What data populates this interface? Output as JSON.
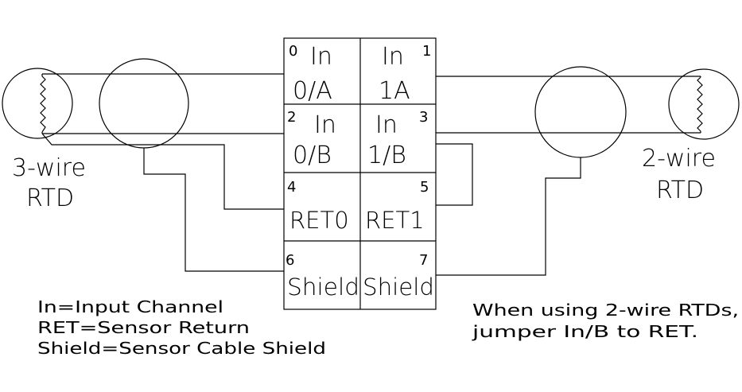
{
  "terminal_block": {
    "cells": [
      {
        "num": "0",
        "line1": "In",
        "line2": "0/A"
      },
      {
        "num": "1",
        "line1": "In",
        "line2": "1A"
      },
      {
        "num": "2",
        "line1": "In",
        "line2": "0/B"
      },
      {
        "num": "3",
        "line1": "In",
        "line2": "1/B"
      },
      {
        "num": "4",
        "line1": "",
        "line2": "RET0"
      },
      {
        "num": "5",
        "line1": "",
        "line2": "RET1"
      },
      {
        "num": "6",
        "line1": "",
        "line2": "Shield"
      },
      {
        "num": "7",
        "line1": "",
        "line2": "Shield"
      }
    ]
  },
  "left_sensor": {
    "line1": "3-wire",
    "line2": "RTD"
  },
  "right_sensor": {
    "line1": "2-wire",
    "line2": "RTD"
  },
  "legend": [
    "In=Input Channel",
    "RET=Sensor Return",
    "Shield=Sensor Cable Shield"
  ],
  "note": [
    "When using 2-wire RTDs,",
    "jumper In/B to RET."
  ]
}
